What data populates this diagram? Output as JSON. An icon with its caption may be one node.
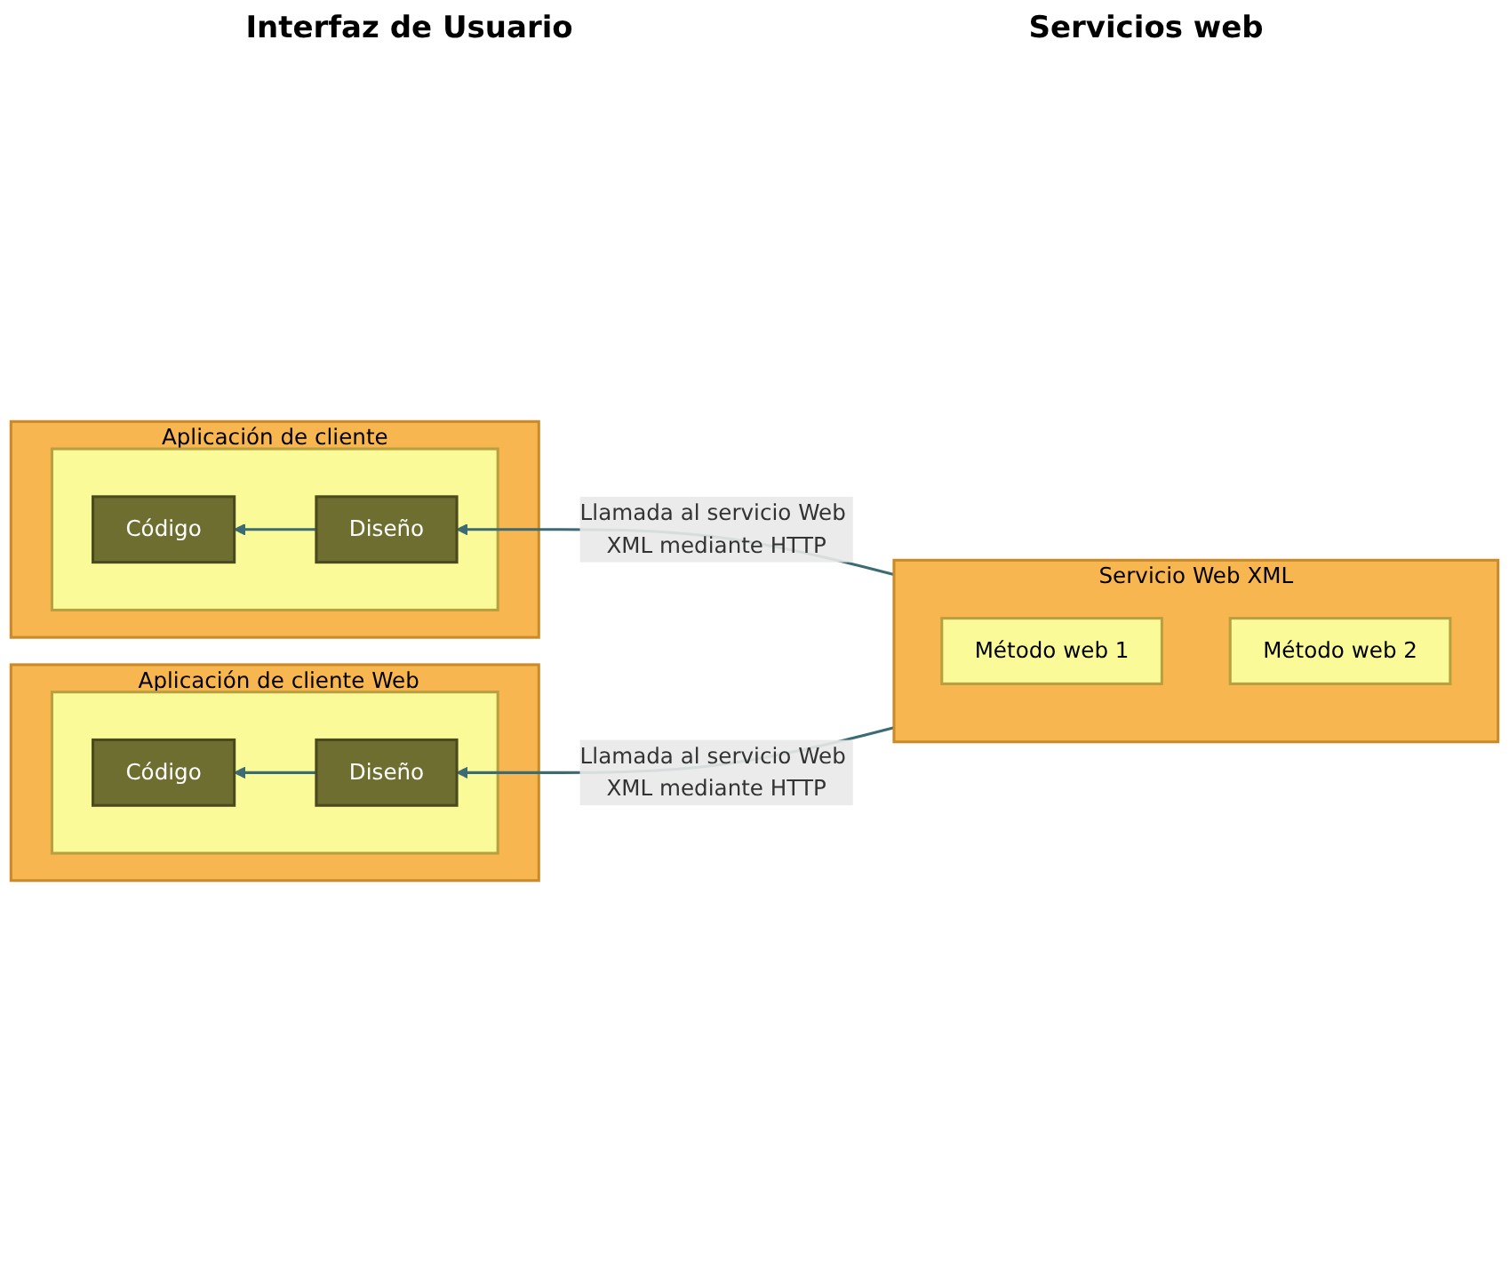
{
  "diagram": {
    "nodes": [
      {
        "text": [
          "Aplicación de cliente Web"
        ]
      },
      {
        "text": [],
        "shape": "box",
        "in": 0
      },
      {
        "text": [
          "Diseño"
        ],
        "in": 1
      },
      {
        "text": [
          "Código"
        ],
        "in": 1
      },
      {
        "text": [
          "Aplicación de cliente"
        ]
      },
      {
        "text": [],
        "shape": "box",
        "in": 4
      },
      {
        "text": [
          "Diseño"
        ],
        "in": 5
      },
      {
        "text": [
          "Código"
        ],
        "in": 5
      },
      {
        "text": [
          "Servicio Web XML"
        ]
      },
      {
        "text": [
          "Método web 1"
        ],
        "in": 8
      },
      {
        "text": [
          "Método web 2"
        ],
        "in": 8
      }
    ],
    "edges": [
      {
        "from": 2,
        "to": 3,
        "arrow": "to"
      },
      {
        "from": 8,
        "to": 2,
        "arrow": "to",
        "label": "Llamada al servicio Web XML mediante HTTP"
      },
      {
        "from": 6,
        "to": 7,
        "arrow": "to"
      },
      {
        "from": 8,
        "to": 6,
        "arrow": "to",
        "label": "Llamada al servicio Web XML mediante HTTP"
      }
    ],
    "labels": [
      "Interfaz de Usuario",
      "Servicios web"
    ]
  }
}
